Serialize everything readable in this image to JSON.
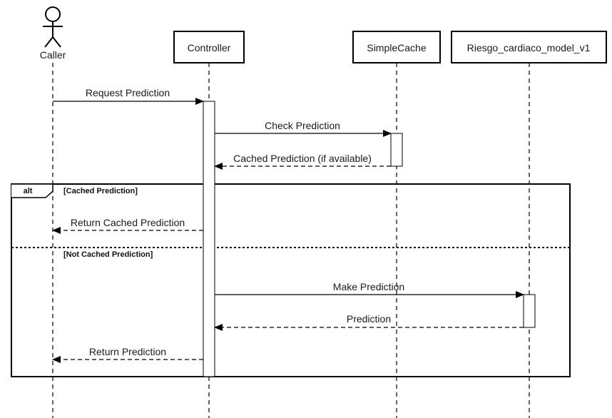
{
  "participants": {
    "caller": "Caller",
    "controller": "Controller",
    "cache": "SimpleCache",
    "model": "Riesgo_cardiaco_model_v1"
  },
  "messages": {
    "m1": "Request Prediction",
    "m2": "Check Prediction",
    "m3": "Cached Prediction (if available)",
    "m4": "Return Cached Prediction",
    "m5": "Make Prediction",
    "m6": "Prediction",
    "m7": "Return Prediction"
  },
  "fragment": {
    "operator": "alt",
    "guard1": "[Cached Prediction]",
    "guard2": "[Not Cached Prediction]"
  }
}
